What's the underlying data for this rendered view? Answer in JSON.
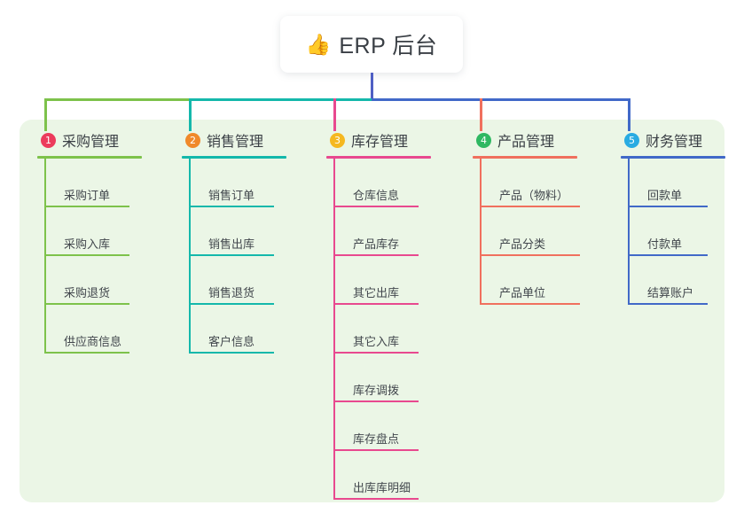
{
  "root": {
    "icon": "thumbs-up-icon",
    "emoji": "👍",
    "title": "ERP 后台"
  },
  "palette": {
    "panel_bg": "#ebf6e6",
    "page_bg": "#ffffff",
    "text": "#3a3f45",
    "green": "#7dc24b",
    "teal": "#14b8ab",
    "pink": "#e8498f",
    "red": "#f0705e",
    "blue": "#4169c8",
    "root_stem": "#4f5fc4"
  },
  "columns": [
    {
      "number": "1",
      "label": "采购管理",
      "badge_color": "#ec3b5c",
      "line_color": "#7dc24b",
      "head_rule_width": 118,
      "leaf_width": 96,
      "leaf_height": 55,
      "items": [
        "采购订单",
        "采购入库",
        "采购退货",
        "供应商信息"
      ]
    },
    {
      "number": "2",
      "label": "销售管理",
      "badge_color": "#f0892a",
      "line_color": "#14b8ab",
      "head_rule_width": 118,
      "leaf_width": 96,
      "leaf_height": 55,
      "items": [
        "销售订单",
        "销售出库",
        "销售退货",
        "客户信息"
      ]
    },
    {
      "number": "3",
      "label": "库存管理",
      "badge_color": "#f5b820",
      "line_color": "#e8498f",
      "head_rule_width": 118,
      "leaf_width": 96,
      "leaf_height": 55,
      "items": [
        "仓库信息",
        "产品库存",
        "其它出库",
        "其它入库",
        "库存调拨",
        "库存盘点",
        "出库库明细"
      ]
    },
    {
      "number": "4",
      "label": "产品管理",
      "badge_color": "#2fb862",
      "line_color": "#f0705e",
      "head_rule_width": 118,
      "leaf_width": 113,
      "leaf_height": 55,
      "items": [
        "产品（物料）",
        "产品分类",
        "产品单位"
      ]
    },
    {
      "number": "5",
      "label": "财务管理",
      "badge_color": "#29abe2",
      "line_color": "#4169c8",
      "head_rule_width": 118,
      "leaf_width": 90,
      "leaf_height": 55,
      "items": [
        "回款单",
        "付款单",
        "结算账户"
      ]
    }
  ]
}
